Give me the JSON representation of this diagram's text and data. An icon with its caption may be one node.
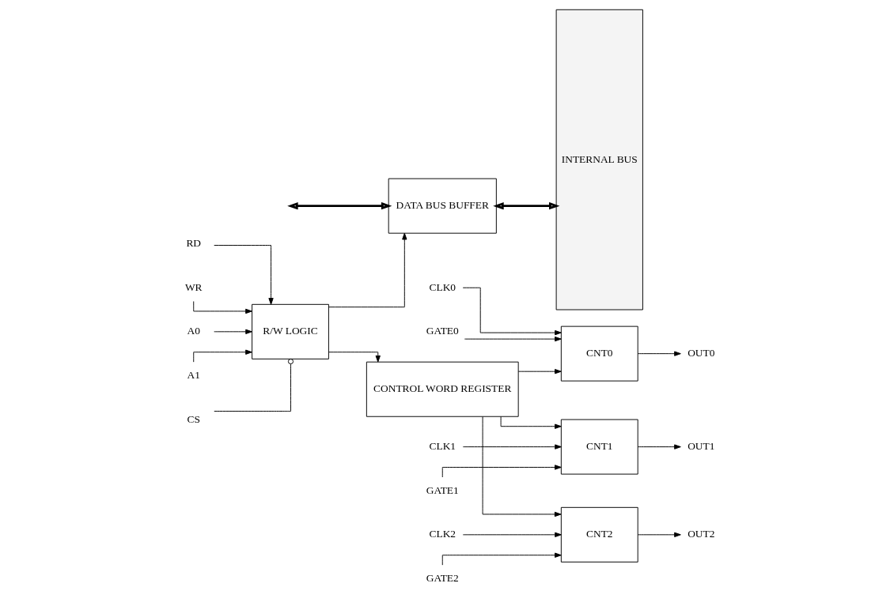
{
  "diagram": {
    "nodes": [
      {
        "text": [
          "DATA BUS BUFFER"
        ]
      },
      {
        "text": [
          "R/W LOGIC"
        ]
      },
      {
        "text": [
          "CONTROL WORD REGISTER"
        ]
      },
      {
        "text": [
          "INTERNAL BUS"
        ]
      },
      {
        "text": [
          "CNT0"
        ]
      },
      {
        "text": [
          "CNT1"
        ]
      },
      {
        "text": [
          "CNT2"
        ]
      },
      {
        "text": [
          "RD"
        ]
      },
      {
        "text": [
          "WR"
        ]
      },
      {
        "text": [
          "A0"
        ]
      },
      {
        "text": [
          "A1"
        ]
      },
      {
        "text": [
          "CS"
        ]
      },
      {
        "text": [
          "CLK0"
        ]
      },
      {
        "text": [
          "GATE0"
        ]
      },
      {
        "text": [
          "OUT0"
        ]
      },
      {
        "text": [
          "CLK1"
        ]
      },
      {
        "text": [
          "GATE1"
        ]
      },
      {
        "text": [
          "OUT1"
        ]
      },
      {
        "text": [
          "CLK2"
        ]
      },
      {
        "text": [
          "GATE2"
        ]
      },
      {
        "text": [
          "OUT2"
        ]
      }
    ],
    "edges": [
      {
        "from": null,
        "to": 0,
        "arrow": "both",
        "style": "thick"
      },
      {
        "from": 0,
        "to": 3,
        "arrow": "both",
        "style": "thick"
      },
      {
        "from": 1,
        "to": 0,
        "arrow": "to"
      },
      {
        "from": 7,
        "to": 1,
        "arrow": "to"
      },
      {
        "from": 8,
        "to": 1,
        "arrow": "to"
      },
      {
        "from": 9,
        "to": 1,
        "arrow": "to"
      },
      {
        "from": 10,
        "to": 1,
        "arrow": "to"
      },
      {
        "from": 11,
        "to": 1,
        "arrow": "other"
      },
      {
        "from": 1,
        "to": 2,
        "arrow": "to"
      },
      {
        "from": 2,
        "to": 4,
        "arrow": "to"
      },
      {
        "from": 2,
        "to": 5,
        "arrow": "to"
      },
      {
        "from": 2,
        "to": 6,
        "arrow": "to"
      },
      {
        "from": 12,
        "to": 4,
        "arrow": "to"
      },
      {
        "from": 13,
        "to": 4,
        "arrow": "to"
      },
      {
        "from": 4,
        "to": 14,
        "arrow": "to"
      },
      {
        "from": 15,
        "to": 5,
        "arrow": "to"
      },
      {
        "from": 16,
        "to": 5,
        "arrow": "to"
      },
      {
        "from": 5,
        "to": 17,
        "arrow": "to"
      },
      {
        "from": 18,
        "to": 6,
        "arrow": "to"
      },
      {
        "from": 19,
        "to": 6,
        "arrow": "to"
      },
      {
        "from": 6,
        "to": 20,
        "arrow": "to"
      }
    ]
  }
}
